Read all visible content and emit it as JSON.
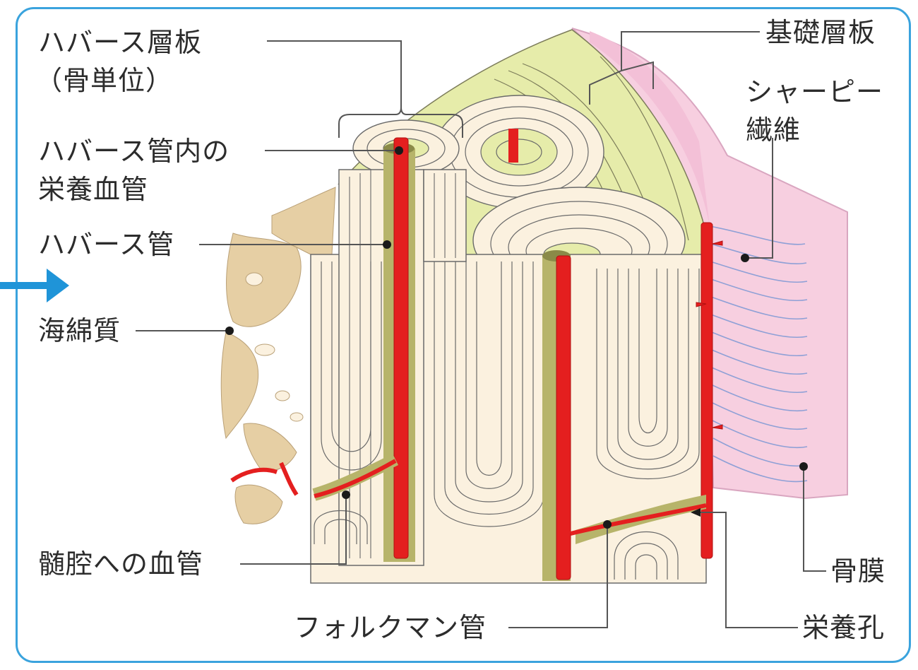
{
  "labels": {
    "haversian_lamellae": "ハバース層板",
    "haversian_lamellae_sub": "（骨単位）",
    "haversian_canal_vessel_l1": "ハバース管内の",
    "haversian_canal_vessel_l2": "栄養血管",
    "haversian_canal": "ハバース管",
    "spongy_bone": "海綿質",
    "marrow_vessel": "髄腔への血管",
    "volkmann_canal": "フォルクマン管",
    "circumferential_lamellae": "基礎層板",
    "sharpey_fibers_l1": "シャーピー",
    "sharpey_fibers_l2": "繊維",
    "periosteum": "骨膜",
    "nutrient_foramen": "栄養孔"
  },
  "colors": {
    "frame": "#3aa3dd",
    "arrow": "#1f94d8",
    "bone": "#fbf1df",
    "lamella_green": "#e6ecaa",
    "canal_olive": "#b7b46a",
    "vessel_red": "#e41f1f",
    "periosteum_pink": "#f7cfe0",
    "spongy_tan": "#e6cfa4",
    "leader": "#555555"
  }
}
